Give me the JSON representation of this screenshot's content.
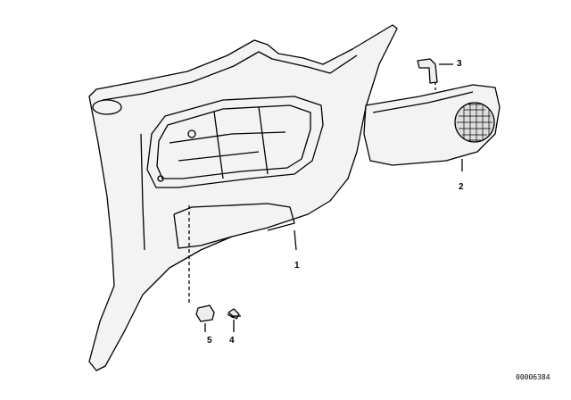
{
  "diagram": {
    "callouts": [
      {
        "id": "1",
        "label": "1"
      },
      {
        "id": "2",
        "label": "2"
      },
      {
        "id": "3",
        "label": "3"
      },
      {
        "id": "4",
        "label": "4"
      },
      {
        "id": "5",
        "label": "5"
      }
    ],
    "image_code": "00006384"
  }
}
